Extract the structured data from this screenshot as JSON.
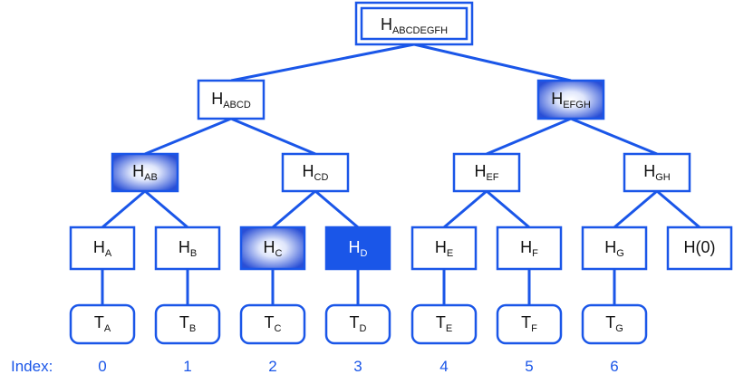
{
  "colors": {
    "accent": "#1a56e8",
    "highlight_center": "#ffffff",
    "highlight_edge": "#2a4fd6"
  },
  "nodes": {
    "root": {
      "main": "H",
      "sub": "ABCDEGFH"
    },
    "abcd": {
      "main": "H",
      "sub": "ABCD"
    },
    "efgh": {
      "main": "H",
      "sub": "EFGH"
    },
    "ab": {
      "main": "H",
      "sub": "AB"
    },
    "cd": {
      "main": "H",
      "sub": "CD"
    },
    "ef": {
      "main": "H",
      "sub": "EF"
    },
    "gh": {
      "main": "H",
      "sub": "GH"
    },
    "a": {
      "main": "H",
      "sub": "A"
    },
    "b": {
      "main": "H",
      "sub": "B"
    },
    "c": {
      "main": "H",
      "sub": "C"
    },
    "d": {
      "main": "H",
      "sub": "D"
    },
    "e": {
      "main": "H",
      "sub": "E"
    },
    "f": {
      "main": "H",
      "sub": "F"
    },
    "g": {
      "main": "H",
      "sub": "G"
    },
    "zero": {
      "main": "H(0)",
      "sub": ""
    }
  },
  "leaves": {
    "a": {
      "main": "T",
      "sub": "A"
    },
    "b": {
      "main": "T",
      "sub": "B"
    },
    "c": {
      "main": "T",
      "sub": "C"
    },
    "d": {
      "main": "T",
      "sub": "D"
    },
    "e": {
      "main": "T",
      "sub": "E"
    },
    "f": {
      "main": "T",
      "sub": "F"
    },
    "g": {
      "main": "T",
      "sub": "G"
    }
  },
  "index": {
    "label": "Index:",
    "values": [
      "0",
      "1",
      "2",
      "3",
      "4",
      "5",
      "6"
    ]
  }
}
